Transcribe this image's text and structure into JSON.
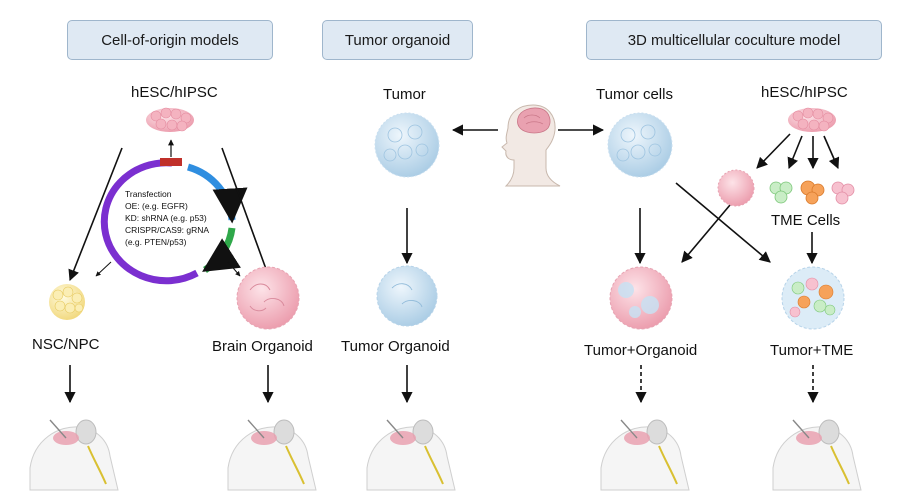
{
  "headers": {
    "cell_of_origin": "Cell-of-origin models",
    "tumor_organoid": "Tumor organoid",
    "coculture": "3D multicellular coculture model"
  },
  "labels": {
    "hesc_left": "hESC/hIPSC",
    "tumor": "Tumor",
    "tumor_cells": "Tumor cells",
    "hesc_right": "hESC/hIPSC",
    "tme_cells": "TME Cells",
    "nsc_npc": "NSC/NPC",
    "brain_organoid": "Brain Organoid",
    "tumor_organoid_label": "Tumor Organoid",
    "tumor_plus_organoid": "Tumor+Organoid",
    "tumor_plus_tme": "Tumor+TME"
  },
  "transfection": {
    "title": "Transfection",
    "oe": "OE:  (e.g. EGFR)",
    "kd": "KD: shRNA (e.g. p53)",
    "crispr": "CRISPR/CAS9: gRNA",
    "crispr_example": "(e.g. PTEN/p53)"
  },
  "colors": {
    "header_fill": "#dfe9f3",
    "header_border": "#9fb6cc",
    "plasmid_purple": "#7b2fd0",
    "plasmid_blue": "#2f8ee0",
    "plasmid_green": "#2fa84a",
    "plasmid_red": "#c0302a",
    "stem_cell_pink": "#f2a8b4",
    "tumor_blue": "#b9d7ec",
    "npc_yellow": "#f7e59c"
  }
}
